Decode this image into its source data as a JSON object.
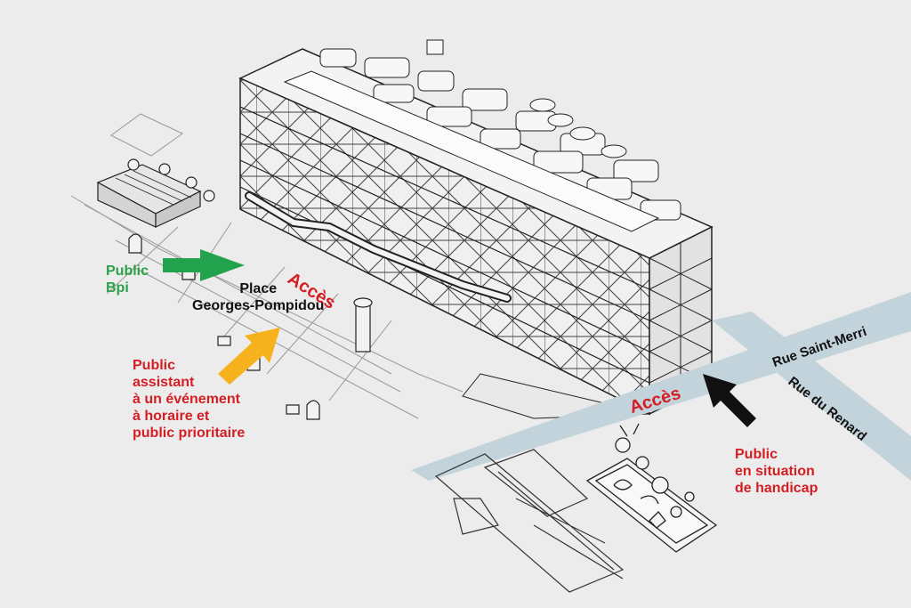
{
  "colors": {
    "background": "#ececec",
    "street_band": "#c3d3db",
    "green_label": "#2ea24a",
    "green_arrow": "#22a24c",
    "orange_arrow": "#f5b21c",
    "black_arrow": "#111111",
    "red_label": "#d41e24",
    "line_drawing": "#1a1a1a"
  },
  "labels": {
    "public_bpi": [
      "Public",
      "Bpi"
    ],
    "place": [
      "Place",
      "Georges-Pompidou"
    ],
    "acces_north": "Accès",
    "acces_south": "Accès",
    "public_event": [
      "Public",
      "assistant",
      "à un événement",
      "à horaire et",
      "public prioritaire"
    ],
    "rue_saint_merri": "Rue Saint-Merri",
    "rue_du_renard": "Rue du Renard",
    "public_handicap": [
      "Public",
      "en situation",
      "de handicap"
    ]
  },
  "arrows": [
    {
      "name": "bpi-entrance-arrow",
      "color": "green",
      "points_to": "Place Georges-Pompidou"
    },
    {
      "name": "event-entrance-arrow",
      "color": "orange",
      "points_to": "Place Georges-Pompidou"
    },
    {
      "name": "handicap-entrance-arrow",
      "color": "black",
      "points_to": "Rue du Renard entrance"
    }
  ],
  "icons": [
    "centre-pompidou-building",
    "stravinsky-fountain",
    "ventilation-funnel",
    "annex-building"
  ]
}
